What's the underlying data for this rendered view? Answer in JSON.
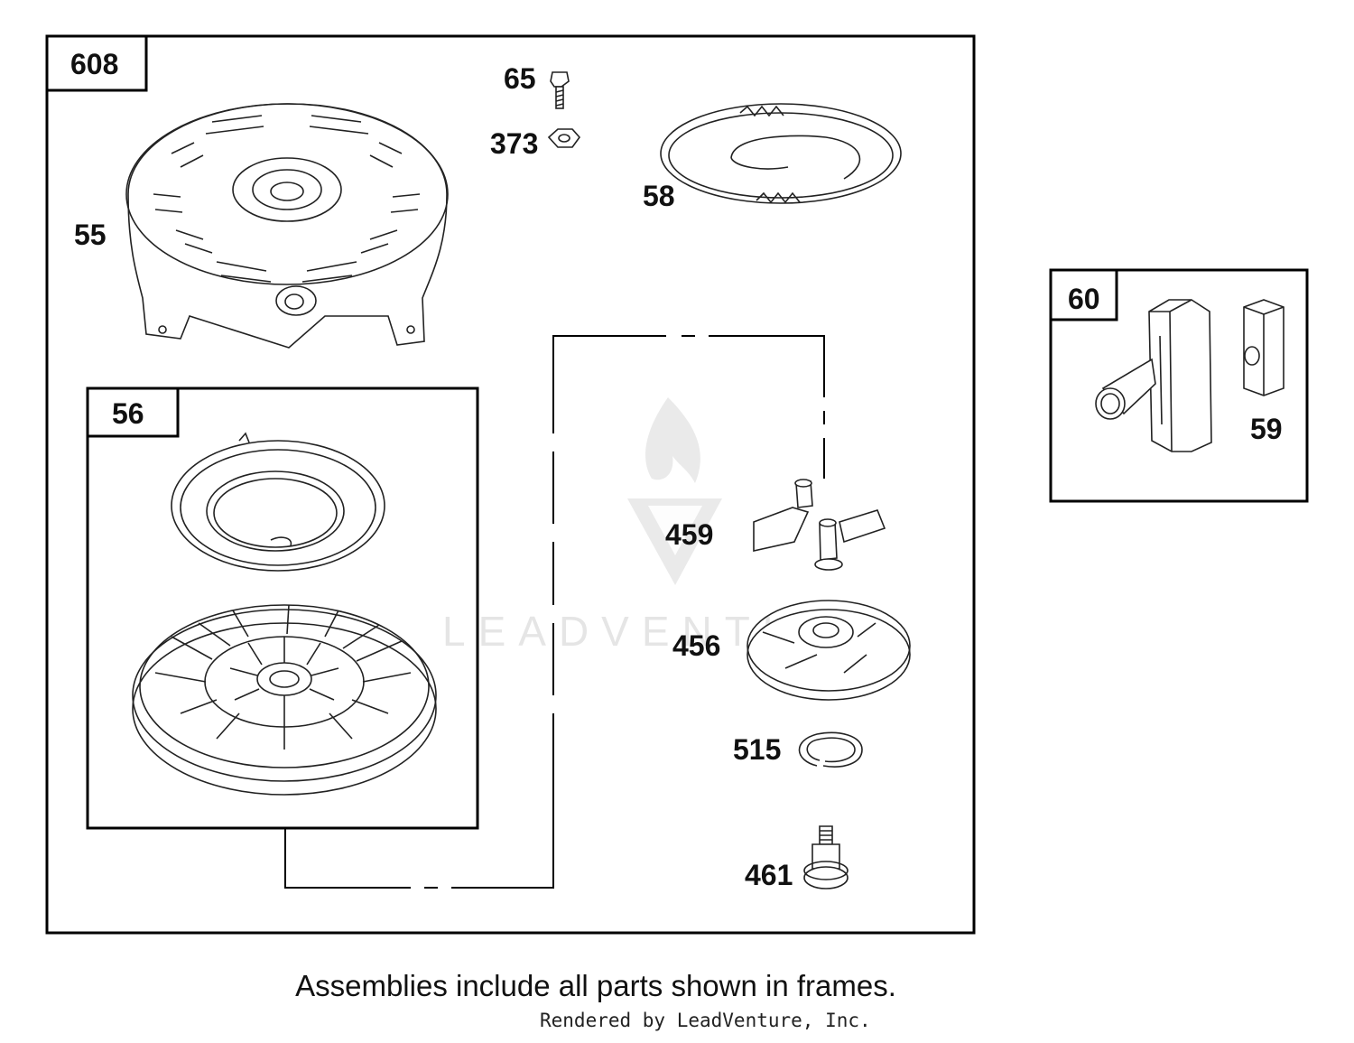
{
  "assemblies": [
    {
      "id": "608",
      "parts": [
        "55",
        "56",
        "65",
        "373",
        "58",
        "459",
        "456",
        "515",
        "461"
      ]
    },
    {
      "id": "56"
    },
    {
      "id": "60",
      "parts": [
        "59"
      ]
    }
  ],
  "labels": {
    "a608": "608",
    "p65": "65",
    "p373": "373",
    "p58": "58",
    "p55": "55",
    "a56": "56",
    "p459": "459",
    "p456": "456",
    "p515": "515",
    "p461": "461",
    "a60": "60",
    "p59": "59"
  },
  "watermark": "LEADVENTURE",
  "caption": "Assemblies include all parts shown in frames.",
  "credit": "Rendered by LeadVenture, Inc."
}
